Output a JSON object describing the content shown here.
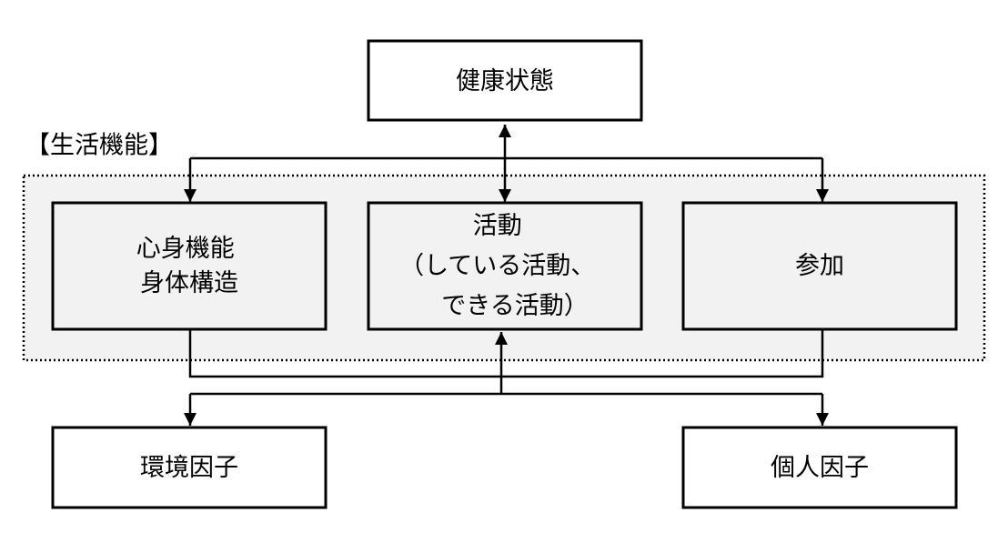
{
  "colors": {
    "box_fill_inner": "#f2f2f2",
    "box_fill_outer": "#ffffff",
    "group_fill": "#f2f2f2",
    "stroke": "#000000"
  },
  "group": {
    "label": "【生活機能】"
  },
  "nodes": {
    "health_condition": {
      "lines": [
        "健康状態"
      ]
    },
    "body_function": {
      "lines": [
        "心身機能",
        "身体構造"
      ]
    },
    "activity": {
      "lines": [
        "活動",
        "（している活動、",
        "できる活動）"
      ]
    },
    "participation": {
      "lines": [
        "参加"
      ]
    },
    "environmental_factors": {
      "lines": [
        "環境因子"
      ]
    },
    "personal_factors": {
      "lines": [
        "個人因子"
      ]
    }
  }
}
